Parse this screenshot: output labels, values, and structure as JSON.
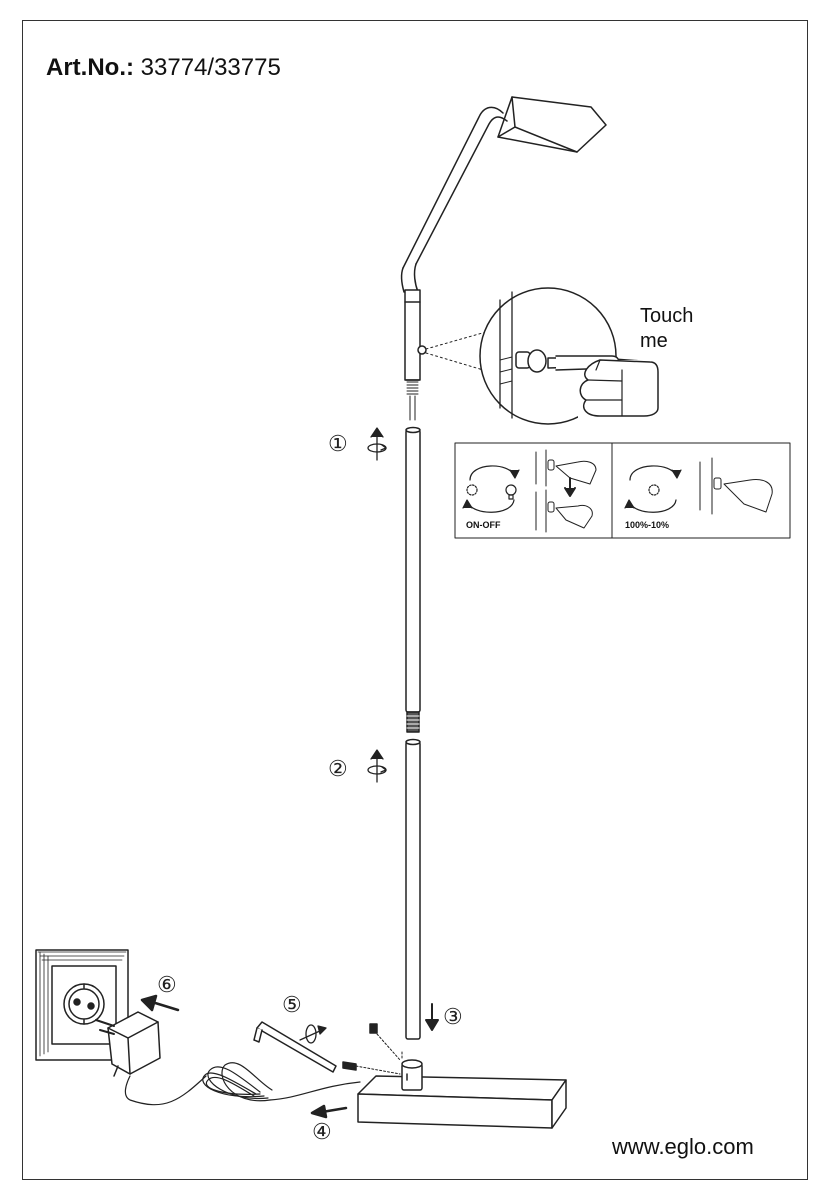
{
  "header": {
    "art_label": "Art.No.:",
    "art_number": "33774/33775"
  },
  "touch_callout": {
    "line1": "Touch",
    "line2": "me"
  },
  "panel": {
    "mode_left": "ON-OFF",
    "mode_right": "100%-10%"
  },
  "steps": [
    "①",
    "②",
    "③",
    "④",
    "⑤",
    "⑥"
  ],
  "footer": {
    "website": "www.eglo.com"
  }
}
